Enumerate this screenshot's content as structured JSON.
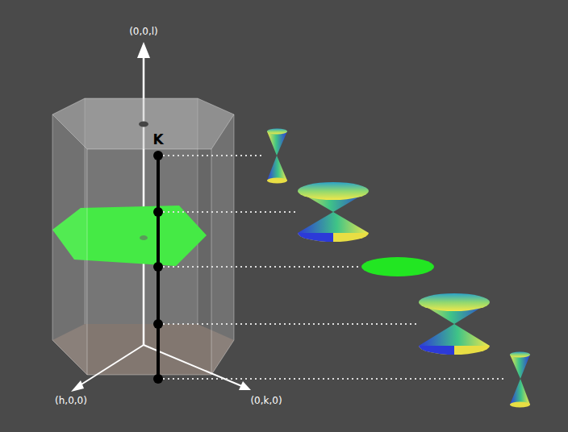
{
  "diagram": {
    "labels": [
      "(0,0,l)",
      "K",
      "(h,0,0)",
      "(0,k,0)"
    ]
  }
}
